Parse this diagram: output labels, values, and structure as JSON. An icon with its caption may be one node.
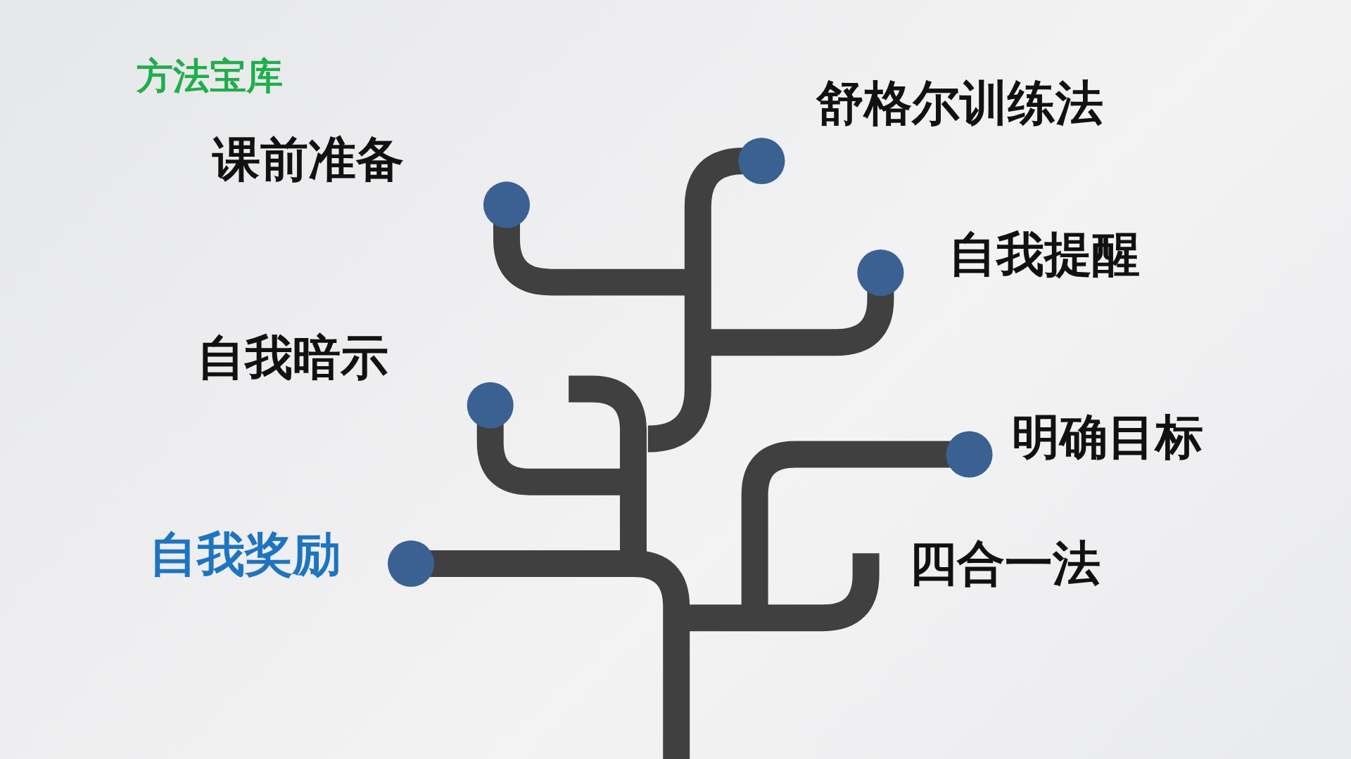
{
  "diagram": {
    "title": "方法宝库",
    "labels": [
      "舒格尔训练法",
      "课前准备",
      "自我提醒",
      "自我暗示",
      "明确目标",
      "自我奖励",
      "四合一法"
    ]
  }
}
